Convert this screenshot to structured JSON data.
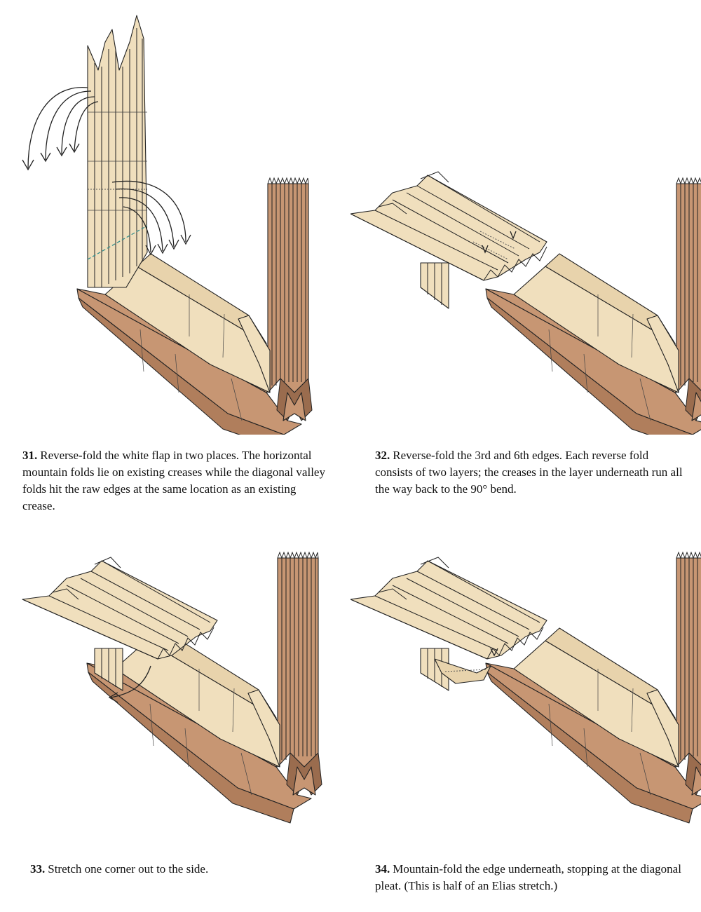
{
  "steps": [
    {
      "number": "31.",
      "text": "Reverse-fold the white flap in two places. The horizontal mountain folds lie on existing creases while the diagonal valley folds hit the raw edges at the same location as an existing crease."
    },
    {
      "number": "32.",
      "text": "Reverse-fold the 3rd and 6th edges. Each reverse fold consists of two layers; the creases in the layer underneath run all the way back to the 90° bend."
    },
    {
      "number": "33.",
      "text": "Stretch one corner out to the side."
    },
    {
      "number": "34.",
      "text": "Mountain-fold the edge underneath, stopping at the diagonal pleat. (This is half of an Elias stretch.)"
    }
  ],
  "colors": {
    "paper_white_side": "#f0dfbd",
    "paper_colored_side": "#c79673",
    "pleat_dark": "#9a6c4e",
    "valley_line": "#2a8a8a"
  }
}
